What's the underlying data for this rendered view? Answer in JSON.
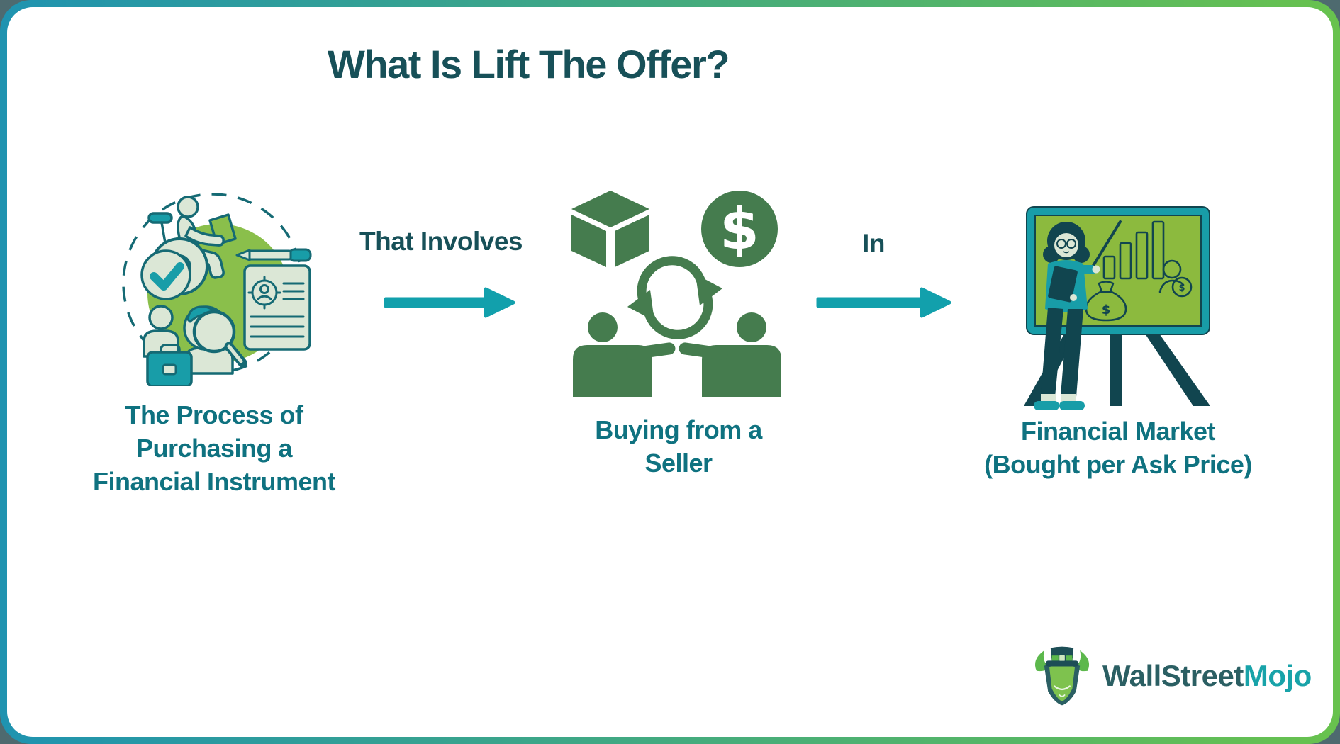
{
  "title": "What Is Lift The Offer?",
  "flow": {
    "step1": {
      "caption_lines": [
        "The Process of",
        "Purchasing a",
        "Financial Instrument"
      ]
    },
    "connector1_label": "That Involves",
    "step2": {
      "caption_lines": [
        "Buying from a",
        "Seller"
      ]
    },
    "connector2_label": "In",
    "step3": {
      "caption_lines": [
        "Financial Market",
        "(Bought per Ask Price)"
      ]
    }
  },
  "icons": {
    "dollar_sign": "$"
  },
  "logo": {
    "brand_primary": "WallStreet",
    "brand_accent": "Mojo"
  },
  "colors": {
    "outer-bg": "#4e6a6f",
    "card-bg": "#ffffff",
    "border-grad-start": "#1f93b0",
    "border-grad-end": "#68c24e",
    "title": "#175058",
    "caption": "#0f7280",
    "connector-label": "#175058",
    "arrow": "#12a0ac",
    "icon-green": "#457c4e",
    "outline-teal": "#156a74",
    "light-fill": "#dbe7d6",
    "blob-green": "#8abf4b",
    "accent-teal": "#189da8",
    "dark-teal": "#11454f",
    "board-green": "#8cba3e",
    "logo-primary": "#2b5f63",
    "logo-accent": "#18a3a9"
  }
}
